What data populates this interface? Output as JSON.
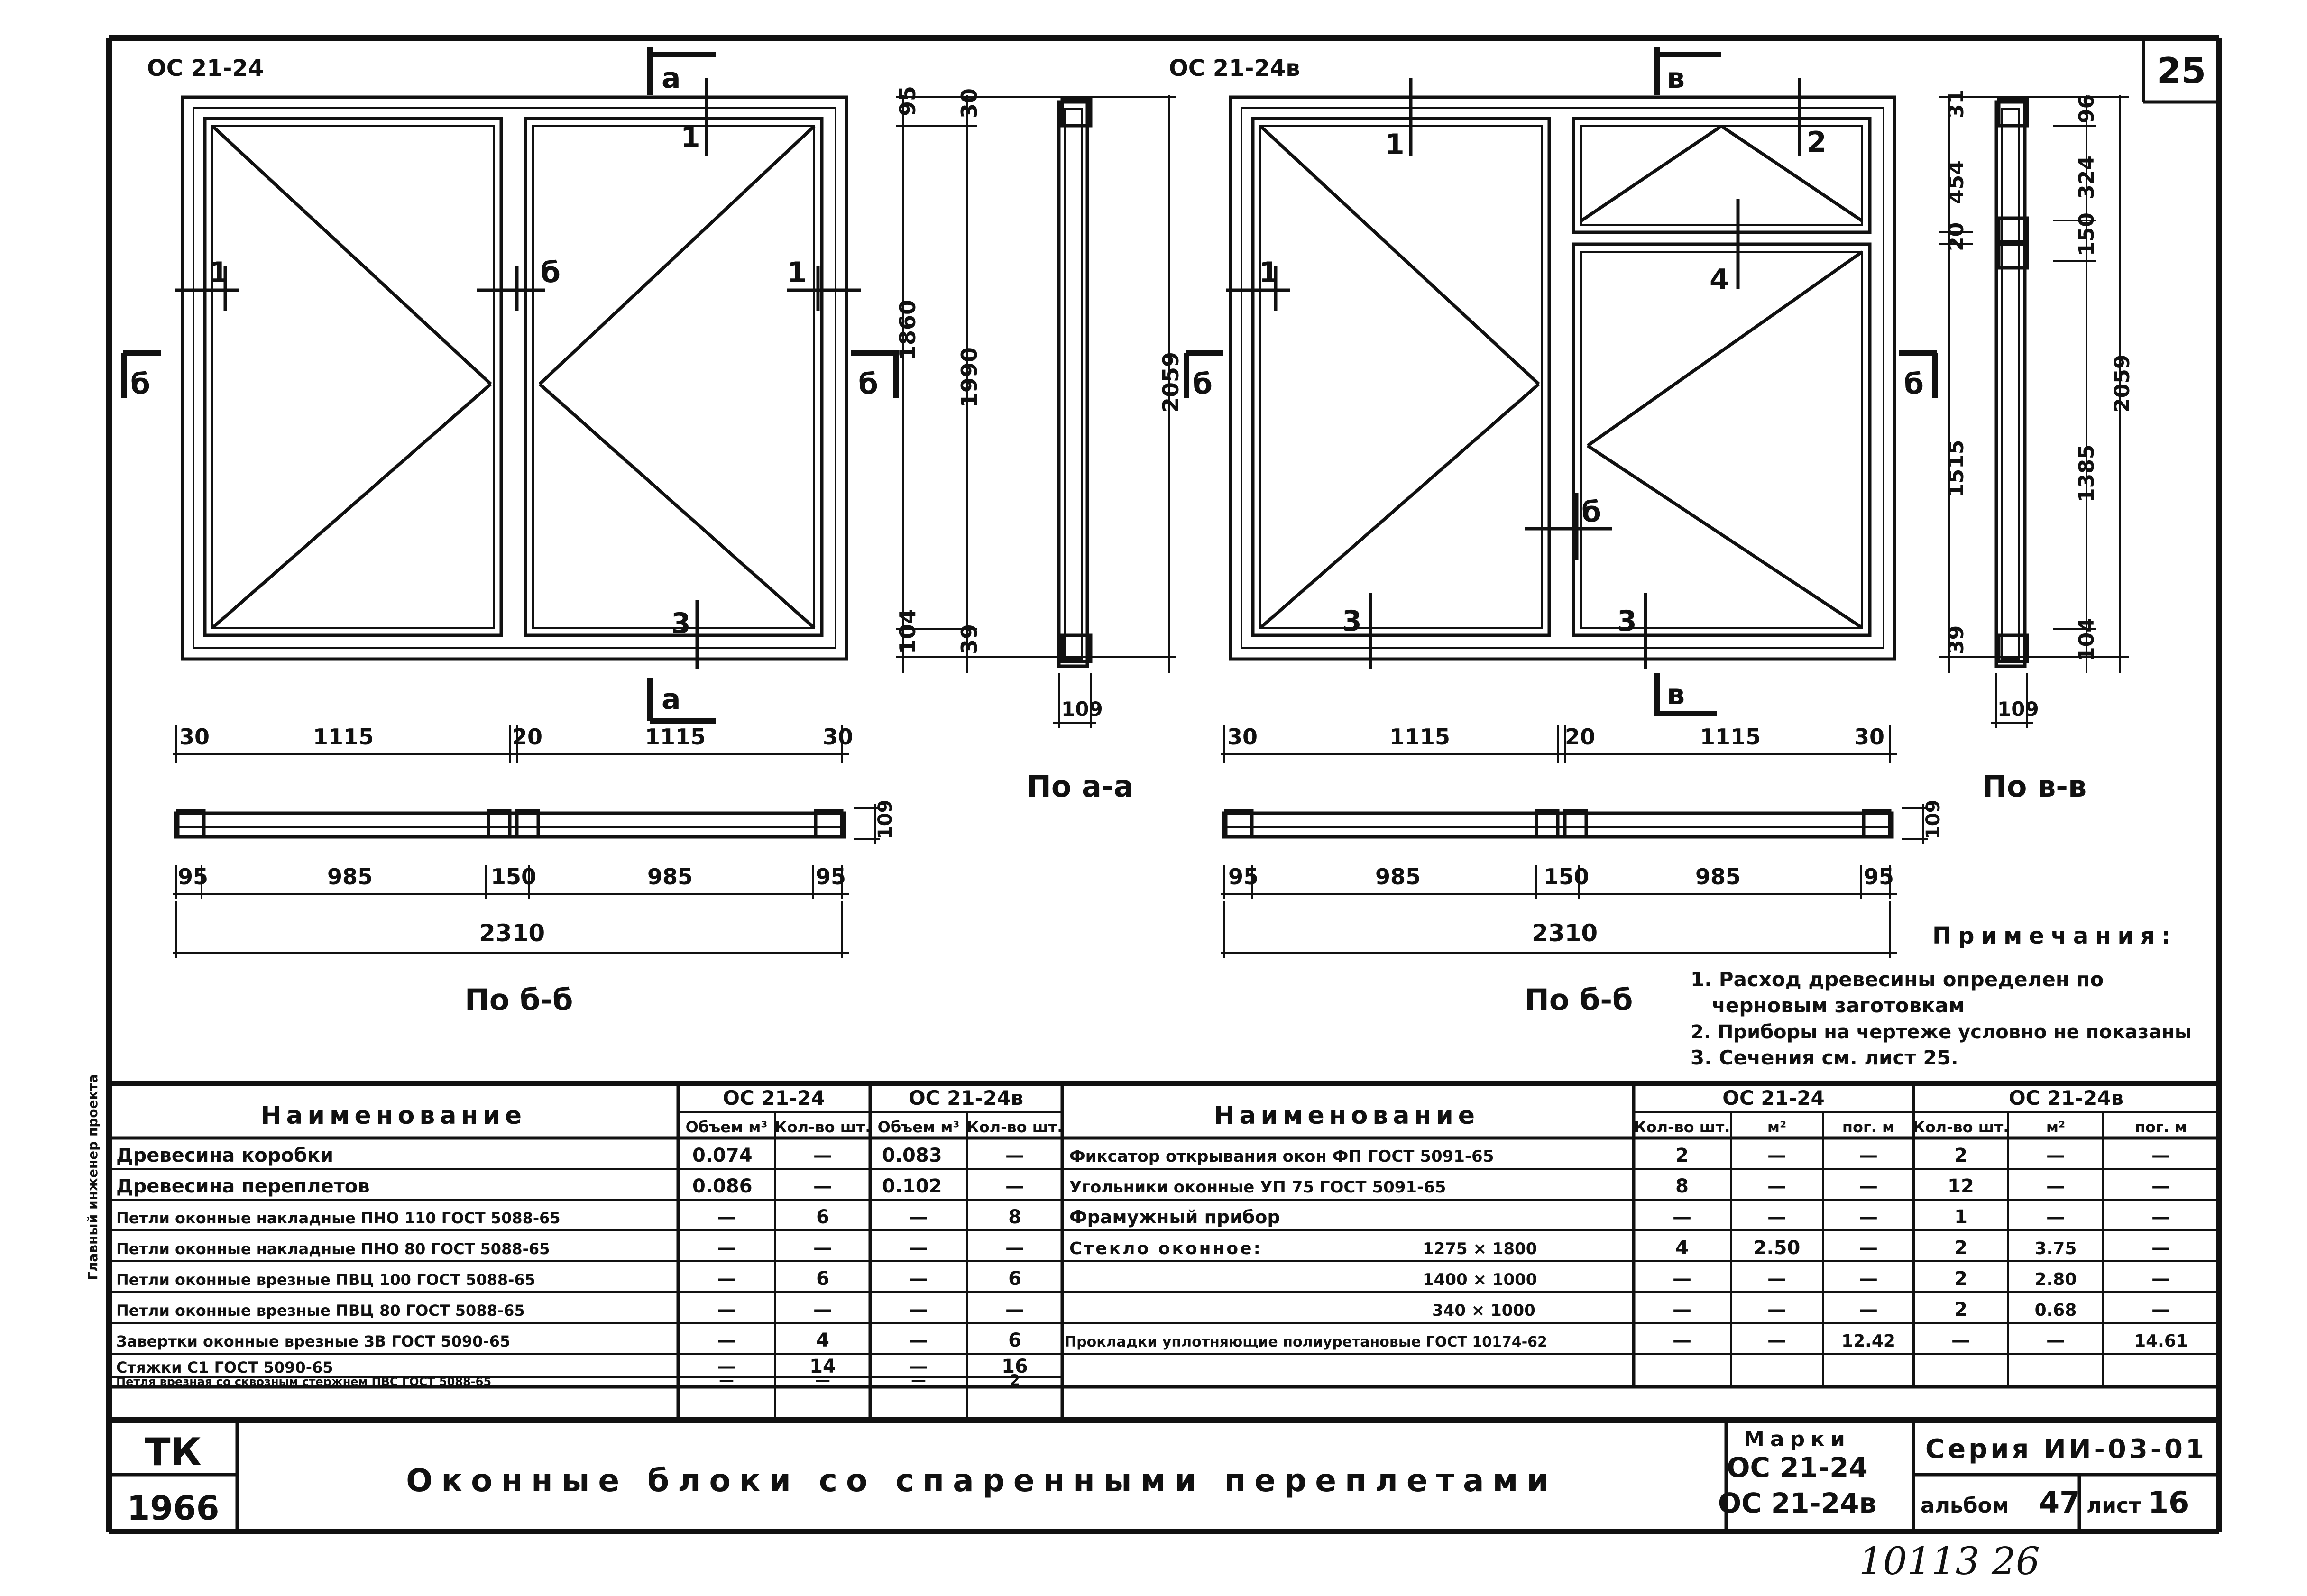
{
  "sheet_number": "25",
  "left_view": {
    "mark": "ОС 21-24",
    "section_a": "а",
    "section_b": "б",
    "callouts": [
      "1",
      "1",
      "1",
      "б",
      "3"
    ],
    "dims_vertical": {
      "d95": "95",
      "d1860": "1860",
      "d104": "104",
      "d30": "30",
      "d1990": "1990",
      "d39": "39",
      "d2059": "2059",
      "d109": "109"
    },
    "dims_horizontal": [
      "30",
      "1115",
      "20",
      "1115",
      "30"
    ],
    "dims_lower": [
      "95",
      "985",
      "150",
      "985",
      "95"
    ],
    "total_width": "2310",
    "section_aa_label": "По а-а",
    "section_bb_label": "По б-б",
    "section_depth": "109"
  },
  "right_view": {
    "mark": "ОС 21-24в",
    "section_v": "в",
    "section_b": "б",
    "callouts": [
      "1",
      "2",
      "4",
      "1",
      "б",
      "3",
      "3"
    ],
    "dims_vertical": {
      "d31": "31",
      "d454": "454",
      "d20": "20",
      "d1515": "1515",
      "d39": "39",
      "d96": "96",
      "d324": "324",
      "d150": "150",
      "d1385": "1385",
      "d104": "104",
      "d2059": "2059",
      "d109": "109"
    },
    "dims_horizontal": [
      "30",
      "1115",
      "20",
      "1115",
      "30"
    ],
    "dims_lower": [
      "95",
      "985",
      "150",
      "985",
      "95"
    ],
    "total_width": "2310",
    "section_vv_label": "По в-в",
    "section_bb_label": "По б-б",
    "section_depth": "109"
  },
  "notes": {
    "title": "Примечания:",
    "items": [
      "1. Расход древесины определен по",
      "черновым заготовкам",
      "2. Приборы на чертеже условно не показаны",
      "3. Сечения см. лист 25."
    ]
  },
  "left_table": {
    "header_name": "Наименование",
    "group1": "ОС 21-24",
    "group2": "ОС 21-24в",
    "sub_headers": [
      "Объем м³",
      "Кол-во шт.",
      "Объем м³",
      "Кол-во шт."
    ],
    "rows": [
      {
        "name": "Древесина коробки",
        "c1": "0.074",
        "c2": "—",
        "c3": "0.083",
        "c4": "—"
      },
      {
        "name": "Древесина переплетов",
        "c1": "0.086",
        "c2": "—",
        "c3": "0.102",
        "c4": "—"
      },
      {
        "name": "Петли оконные накладные ПНО 110 ГОСТ 5088-65",
        "c1": "—",
        "c2": "6",
        "c3": "—",
        "c4": "8"
      },
      {
        "name": "Петли оконные накладные ПНО 80 ГОСТ 5088-65",
        "c1": "—",
        "c2": "—",
        "c3": "—",
        "c4": "—"
      },
      {
        "name": "Петли оконные врезные ПВЦ 100 ГОСТ 5088-65",
        "c1": "—",
        "c2": "6",
        "c3": "—",
        "c4": "6"
      },
      {
        "name": "Петли оконные врезные ПВЦ 80 ГОСТ 5088-65",
        "c1": "—",
        "c2": "—",
        "c3": "—",
        "c4": "—"
      },
      {
        "name": "Завертки оконные врезные ЗВ ГОСТ 5090-65",
        "c1": "—",
        "c2": "4",
        "c3": "—",
        "c4": "6"
      },
      {
        "name": "Стяжки С1 ГОСТ 5090-65",
        "c1": "—",
        "c2": "14",
        "c3": "—",
        "c4": "16"
      },
      {
        "name": "Петля врезная со сквозным стержнем ПВС ГОСТ 5088-65",
        "c1": "—",
        "c2": "—",
        "c3": "—",
        "c4": "2"
      }
    ]
  },
  "right_table": {
    "header_name": "Наименование",
    "group1": "ОС 21-24",
    "group2": "ОС 21-24в",
    "sub_headers": [
      "Кол-во шт.",
      "м²",
      "пог. м",
      "Кол-во шт.",
      "м²",
      "пог. м"
    ],
    "rows": [
      {
        "name": "Фиксатор открывания окон ФП ГОСТ 5091-65",
        "size": "",
        "v": [
          "2",
          "—",
          "—",
          "2",
          "—",
          "—"
        ]
      },
      {
        "name": "Угольники оконные УП 75 ГОСТ 5091-65",
        "size": "",
        "v": [
          "8",
          "—",
          "—",
          "12",
          "—",
          "—"
        ]
      },
      {
        "name": "Фрамужный прибор",
        "size": "",
        "v": [
          "—",
          "—",
          "—",
          "1",
          "—",
          "—"
        ]
      },
      {
        "name": "Стекло оконное:",
        "size": "1275 × 1800",
        "v": [
          "4",
          "2.50",
          "—",
          "2",
          "3.75",
          "—"
        ]
      },
      {
        "name": "",
        "size": "1400 × 1000",
        "v": [
          "—",
          "—",
          "—",
          "2",
          "2.80",
          "—"
        ]
      },
      {
        "name": "",
        "size": "340 × 1000",
        "v": [
          "—",
          "—",
          "—",
          "2",
          "0.68",
          "—"
        ]
      },
      {
        "name": "Прокладки уплотняющие полиуретановые ГОСТ 10174-62",
        "size": "",
        "v": [
          "—",
          "—",
          "12.42",
          "—",
          "—",
          "14.61"
        ]
      }
    ]
  },
  "title_block": {
    "org": "ТК",
    "year": "1966",
    "title": "Оконные блоки со спаренными переплетами",
    "marks_label": "Марки",
    "mark1": "ОС 21-24",
    "mark2": "ОС 21-24в",
    "series": "Серия ИИ-03-01",
    "album_label": "альбом",
    "album_no": "47",
    "sheet_label": "лист",
    "sheet_no": "16"
  },
  "handwritten": "10113   26",
  "side_stamp": "Главный инженер проекта"
}
